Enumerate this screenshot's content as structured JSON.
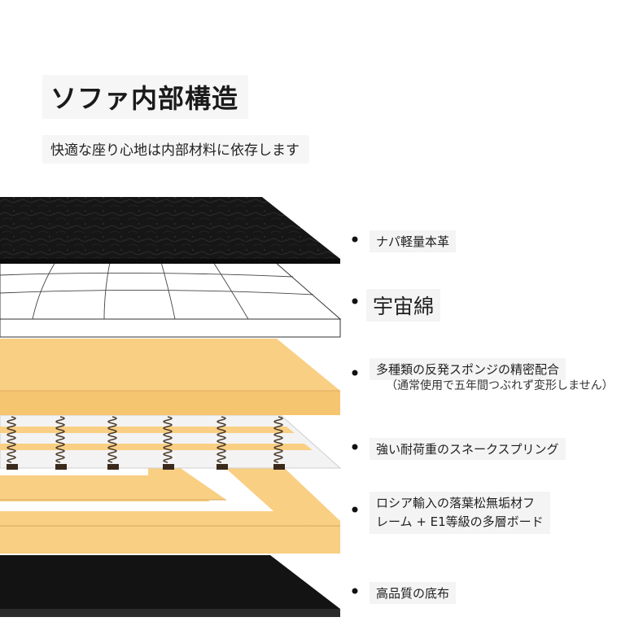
{
  "title": "ソファ内部構造",
  "subtitle": "快適な座り心地は内部材料に依存します",
  "layers": {
    "leather": "ナパ軽量本革",
    "padding": "宇宙綿",
    "foam": "多種類の反発スポンジの精密配合",
    "foam_note": "（通常使用で五年間つぶれず変形しません）",
    "springs": "強い耐荷重のスネークスプリング",
    "frame_line1": "ロシア輸入の落葉松無垢材フ",
    "frame_line2": "レーム + E1等級の多層ボード",
    "base": "高品質の底布"
  },
  "colors": {
    "leather": "#151515",
    "padding": "#ffffff",
    "foam": "#f9cf83",
    "spring_board": "#f3f3f3",
    "frame": "#f9cf83",
    "base": "#111111"
  }
}
